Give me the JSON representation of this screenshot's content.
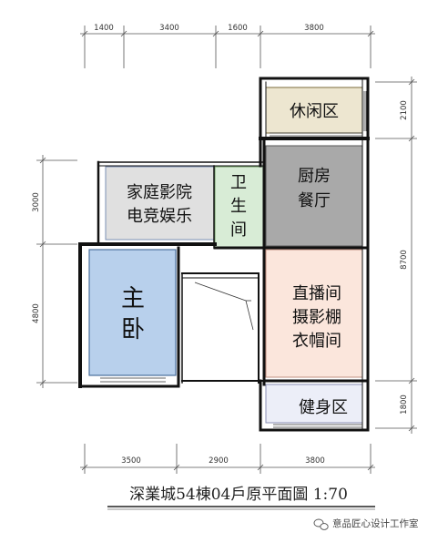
{
  "plan": {
    "rooms": {
      "leisure": {
        "label": "休闲区",
        "fill": "#ede6d0"
      },
      "home_theater": {
        "label_line1": "家庭影院",
        "label_line2": "电竞娱乐",
        "fill": "#e0e0e0"
      },
      "bathroom": {
        "label_line1": "卫",
        "label_line2": "生",
        "label_line3": "间",
        "fill": "#d8ecd6"
      },
      "kitchen": {
        "label_line1": "厨房",
        "label_line2": "餐厅",
        "fill": "#a9a9a9"
      },
      "master_bedroom": {
        "label_line1": "主",
        "label_line2": "卧",
        "fill": "#b8d0ec"
      },
      "studio": {
        "label_line1": "直播间",
        "label_line2": "摄影棚",
        "label_line3": "衣帽间",
        "fill": "#fbe6dc"
      },
      "gym": {
        "label": "健身区",
        "fill": "#eceef8"
      }
    },
    "dimensions": {
      "top": [
        "1400",
        "3400",
        "1600",
        "3800"
      ],
      "bottom": [
        "3500",
        "2900",
        "3800"
      ],
      "left": [
        "3000",
        "4800"
      ],
      "right": [
        "2100",
        "8700",
        "1800"
      ]
    }
  },
  "title": "深業城54棟04戶原平面圖 1:70",
  "watermark": "意品匠心设计工作室"
}
